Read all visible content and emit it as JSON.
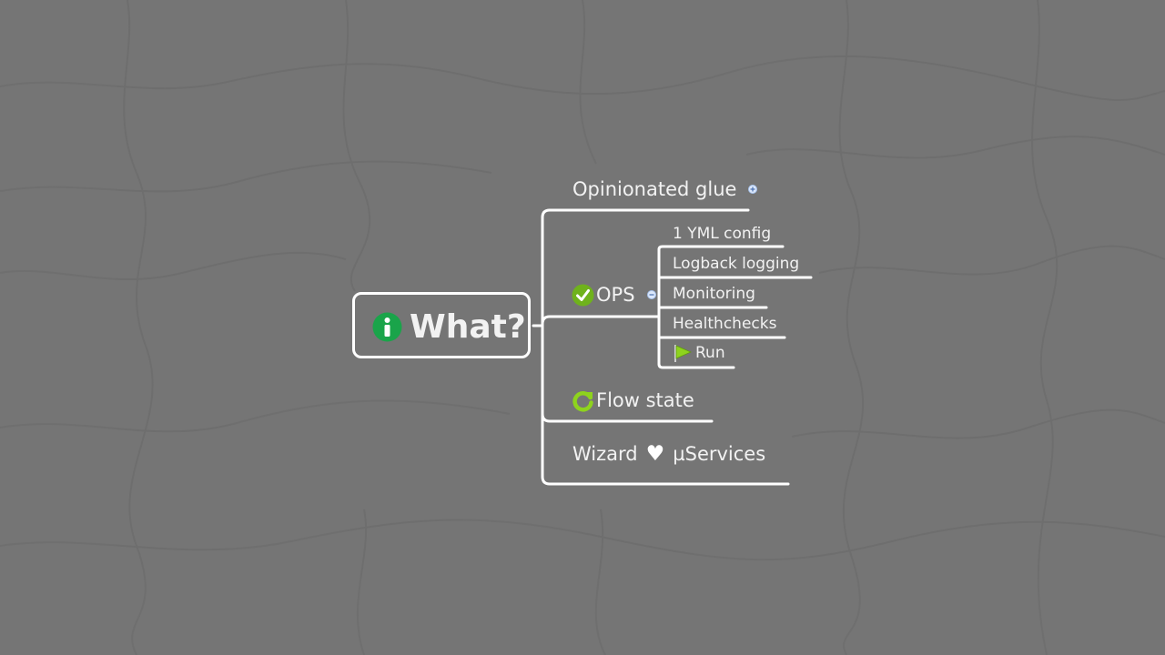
{
  "mindmap": {
    "root": {
      "label": "What?",
      "icon": "info-icon"
    },
    "branches": [
      {
        "id": "opinionated",
        "label": "Opinionated glue",
        "marker": "expand-plus-icon"
      },
      {
        "id": "ops",
        "label": "OPS",
        "icon": "check-icon",
        "marker": "collapse-minus-icon",
        "children": [
          "1 YML config",
          "Logback logging",
          "Monitoring",
          "Healthchecks",
          "Run"
        ],
        "child_icons": {
          "Run": "flag-icon"
        }
      },
      {
        "id": "flow",
        "label": "Flow state",
        "icon": "refresh-icon"
      },
      {
        "id": "wizard",
        "label": "Wizard ♥ µServices",
        "label_before": "Wizard",
        "heart": "♥",
        "label_after": "µServices"
      }
    ]
  },
  "colors": {
    "background": "#757575",
    "line": "#ffffff",
    "info_green": "#1aa44a",
    "check_green": "#6fb21c",
    "flag_green": "#8ed31d",
    "marker_blue": "#a9c4ee"
  }
}
